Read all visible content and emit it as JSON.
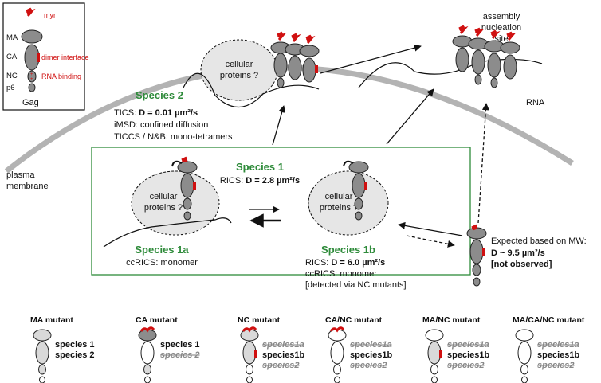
{
  "gag_legend": {
    "myr": "myr",
    "MA": "MA",
    "CA": "CA",
    "NC": "NC",
    "p6": "p6",
    "dimer_interface": "dimer interface",
    "rna_binding": "RNA binding",
    "gag": "Gag"
  },
  "plasma_membrane": [
    "plasma",
    "membrane"
  ],
  "assembly_site": [
    "assembly",
    "nucleation",
    "site"
  ],
  "rna": "RNA",
  "cellular_proteins": [
    "cellular",
    "proteins ?"
  ],
  "species2": {
    "title": "Species 2",
    "line1_prefix": "TICS: ",
    "line1_value": "D = 0.01 µm²/s",
    "line2": "iMSD: confined diffusion",
    "line3": "TICCS / N&B: mono-tetramers"
  },
  "species1": {
    "title": "Species 1",
    "line1_prefix": "RICS: ",
    "line1_value": "D = 2.8 µm²/s"
  },
  "species1a": {
    "title": "Species 1a",
    "line1": "ccRICS: monomer"
  },
  "species1b": {
    "title": "Species 1b",
    "line1_prefix": "RICS: ",
    "line1_value": "D = 6.0 µm²/s",
    "line2": "ccRICS: monomer",
    "line3": "[detected via NC mutants]"
  },
  "expected": {
    "line1": "Expected based on MW:",
    "line2": "D ~ 9.5 µm²/s",
    "line3": "[not observed]"
  },
  "mutants": [
    {
      "title": "MA mutant",
      "labels": [
        {
          "text": "species 1",
          "struck": false
        },
        {
          "text": "species 2",
          "struck": false
        }
      ]
    },
    {
      "title": "CA mutant",
      "labels": [
        {
          "text": "species 1",
          "struck": false
        },
        {
          "text": "species 2",
          "struck": true
        }
      ]
    },
    {
      "title": "NC mutant",
      "labels": [
        {
          "text": "species1a",
          "struck": true
        },
        {
          "text": "species1b",
          "struck": false
        },
        {
          "text": "species2",
          "struck": true
        }
      ]
    },
    {
      "title": "CA/NC mutant",
      "labels": [
        {
          "text": "species1a",
          "struck": true
        },
        {
          "text": "species1b",
          "struck": false
        },
        {
          "text": "species2",
          "struck": true
        }
      ]
    },
    {
      "title": "MA/NC mutant",
      "labels": [
        {
          "text": "species1a",
          "struck": true
        },
        {
          "text": "species1b",
          "struck": false
        },
        {
          "text": "species2",
          "struck": true
        }
      ]
    },
    {
      "title": "MA/CA/NC mutant",
      "labels": [
        {
          "text": "species1a",
          "struck": true
        },
        {
          "text": "species1b",
          "struck": false
        },
        {
          "text": "species2",
          "struck": true
        }
      ]
    }
  ],
  "colors": {
    "green": "#2e8b3a",
    "red": "#d01010",
    "membrane": "#b3b3b3",
    "protein": "#8c8c8c"
  }
}
